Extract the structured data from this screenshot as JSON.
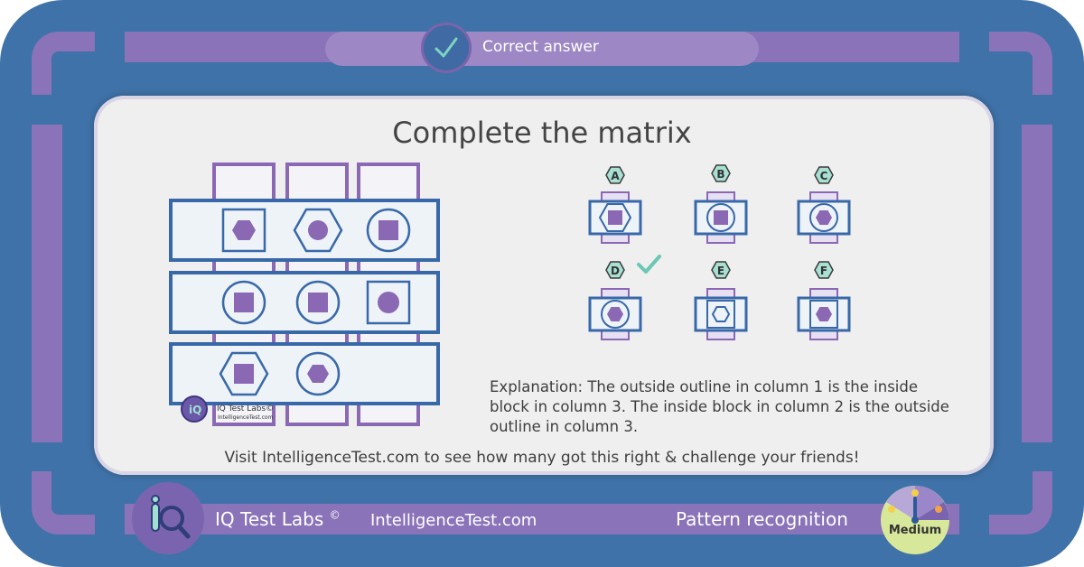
{
  "status": {
    "label": "Correct answer",
    "icon": "checkmark-icon"
  },
  "question": {
    "title": "Complete the matrix"
  },
  "matrix_watermark": {
    "brand": "IQ Test Labs©",
    "site": "IntelligenceTest.com"
  },
  "options": [
    {
      "letter": "A",
      "correct": false
    },
    {
      "letter": "B",
      "correct": false
    },
    {
      "letter": "C",
      "correct": false
    },
    {
      "letter": "D",
      "correct": true
    },
    {
      "letter": "E",
      "correct": false
    },
    {
      "letter": "F",
      "correct": false
    }
  ],
  "explanation": "Explanation: The outside outline in column 1 is the inside block in column 3. The inside block in column 2 is the outside outline in column 3.",
  "cta": "Visit IntelligenceTest.com to see how many got this right & challenge your friends!",
  "footer": {
    "brand": "IQ Test Labs",
    "copyright": "©",
    "site": "IntelligenceTest.com",
    "category": "Pattern recognition",
    "difficulty": "Medium"
  },
  "colors": {
    "frame": "#3f72a8",
    "accent": "#8a73b8",
    "shape_fill": "#8a68b4",
    "outline": "#3868a8",
    "correct": "#6cc7b5"
  }
}
